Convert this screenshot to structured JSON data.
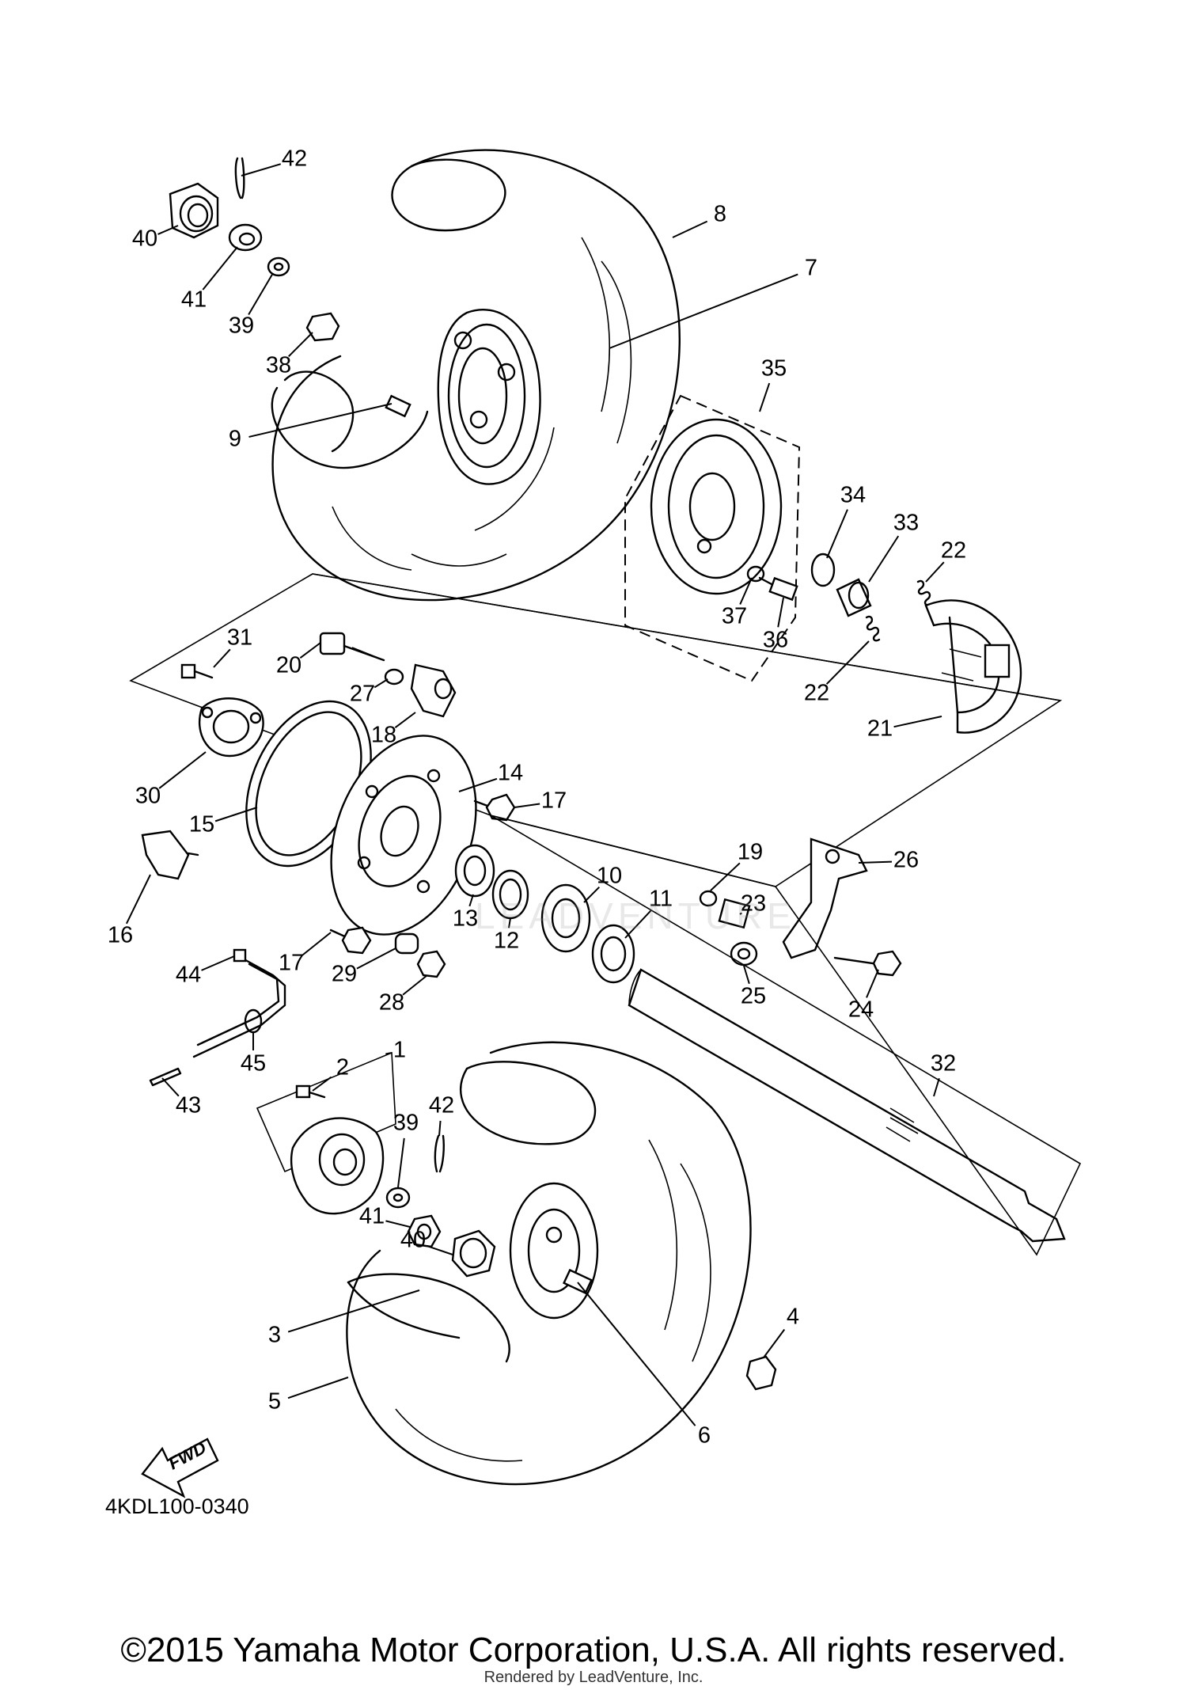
{
  "diagram": {
    "part_code": "4KDL100-0340",
    "fwd_label": "FWD",
    "callouts": [
      {
        "id": "42a",
        "label": "42"
      },
      {
        "id": "8",
        "label": "8"
      },
      {
        "id": "40a",
        "label": "40"
      },
      {
        "id": "41a",
        "label": "41"
      },
      {
        "id": "39a",
        "label": "39"
      },
      {
        "id": "7",
        "label": "7"
      },
      {
        "id": "38",
        "label": "38"
      },
      {
        "id": "35",
        "label": "35"
      },
      {
        "id": "9",
        "label": "9"
      },
      {
        "id": "34",
        "label": "34"
      },
      {
        "id": "33",
        "label": "33"
      },
      {
        "id": "22a",
        "label": "22"
      },
      {
        "id": "37",
        "label": "37"
      },
      {
        "id": "36",
        "label": "36"
      },
      {
        "id": "22b",
        "label": "22"
      },
      {
        "id": "31",
        "label": "31"
      },
      {
        "id": "20",
        "label": "20"
      },
      {
        "id": "27",
        "label": "27"
      },
      {
        "id": "18",
        "label": "18"
      },
      {
        "id": "21",
        "label": "21"
      },
      {
        "id": "30",
        "label": "30"
      },
      {
        "id": "14",
        "label": "14"
      },
      {
        "id": "17a",
        "label": "17"
      },
      {
        "id": "15",
        "label": "15"
      },
      {
        "id": "26",
        "label": "26"
      },
      {
        "id": "19",
        "label": "19"
      },
      {
        "id": "23",
        "label": "23"
      },
      {
        "id": "10",
        "label": "10"
      },
      {
        "id": "11",
        "label": "11"
      },
      {
        "id": "16",
        "label": "16"
      },
      {
        "id": "13",
        "label": "13"
      },
      {
        "id": "12",
        "label": "12"
      },
      {
        "id": "17b",
        "label": "17"
      },
      {
        "id": "29",
        "label": "29"
      },
      {
        "id": "44",
        "label": "44"
      },
      {
        "id": "25",
        "label": "25"
      },
      {
        "id": "24",
        "label": "24"
      },
      {
        "id": "28",
        "label": "28"
      },
      {
        "id": "45",
        "label": "45"
      },
      {
        "id": "1",
        "label": "1"
      },
      {
        "id": "2",
        "label": "2"
      },
      {
        "id": "32",
        "label": "32"
      },
      {
        "id": "43",
        "label": "43"
      },
      {
        "id": "42b",
        "label": "42"
      },
      {
        "id": "39b",
        "label": "39"
      },
      {
        "id": "41b",
        "label": "41"
      },
      {
        "id": "40b",
        "label": "40"
      },
      {
        "id": "4",
        "label": "4"
      },
      {
        "id": "3",
        "label": "3"
      },
      {
        "id": "5",
        "label": "5"
      },
      {
        "id": "6",
        "label": "6"
      }
    ]
  },
  "footer": {
    "copyright": "©2015 Yamaha Motor Corporation, U.S.A. All rights reserved.",
    "rendered_by": "Rendered by LeadVenture, Inc."
  },
  "watermark": "LEADVENTURE"
}
